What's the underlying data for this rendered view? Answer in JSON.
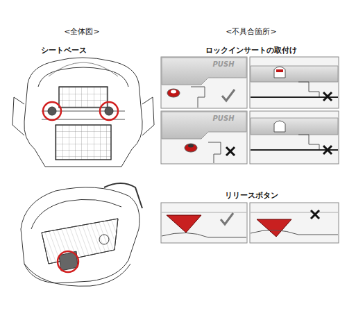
{
  "diagram": {
    "labels": [
      "<全体図>",
      "シートベース",
      "<不具合箇所>",
      "ロックインサートの取付け",
      "PUSH",
      "PUSH",
      "リリースボタン"
    ]
  }
}
